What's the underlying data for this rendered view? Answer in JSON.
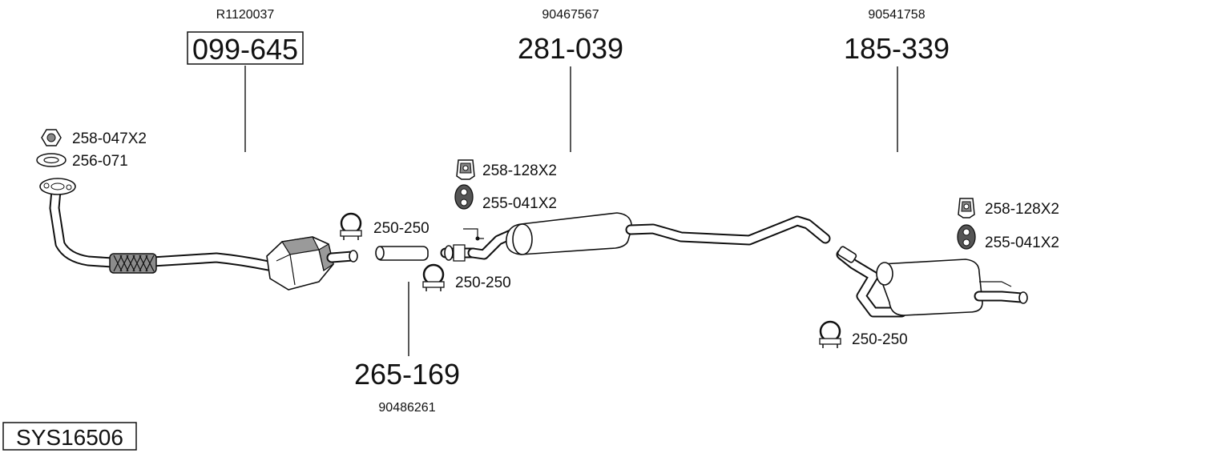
{
  "diagram": {
    "system_id": "SYS16506",
    "main_parts": [
      {
        "part_number": "099-645",
        "oem_ref": "R1120037",
        "boxed": true
      },
      {
        "part_number": "281-039",
        "oem_ref": "90467567",
        "boxed": false
      },
      {
        "part_number": "185-339",
        "oem_ref": "90541758",
        "boxed": false
      },
      {
        "part_number": "265-169",
        "oem_ref": "90486261",
        "boxed": false
      }
    ],
    "accessories": [
      {
        "label": "258-047X2",
        "icon": "nut-icon"
      },
      {
        "label": "256-071",
        "icon": "gasket-ring-icon"
      },
      {
        "label": "250-250",
        "icon": "clamp-icon"
      },
      {
        "label": "250-250",
        "icon": "clamp-icon"
      },
      {
        "label": "258-128X2",
        "icon": "hanger-bracket-icon"
      },
      {
        "label": "255-041X2",
        "icon": "rubber-mount-icon"
      },
      {
        "label": "258-128X2",
        "icon": "hanger-bracket-icon"
      },
      {
        "label": "255-041X2",
        "icon": "rubber-mount-icon"
      },
      {
        "label": "250-250",
        "icon": "clamp-icon"
      }
    ]
  }
}
